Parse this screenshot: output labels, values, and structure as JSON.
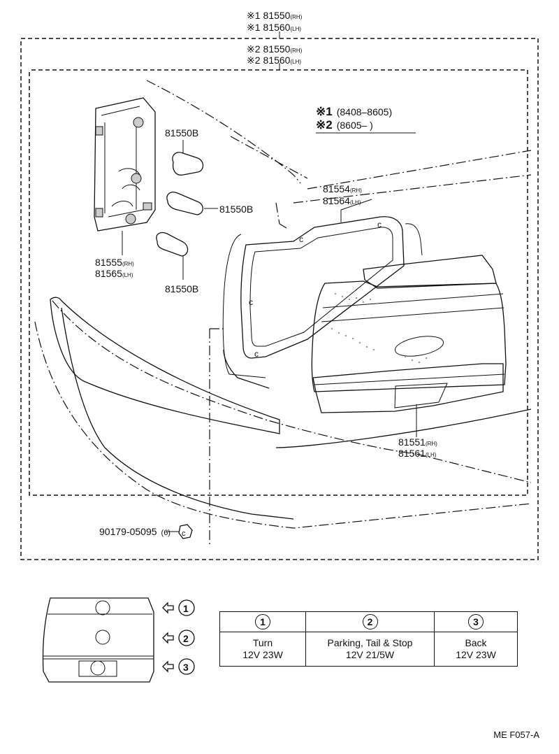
{
  "assembly": {
    "set1_rh": "81550",
    "set1_rh_side": "(RH)",
    "set1_lh": "81560",
    "set1_lh_side": "(LH)",
    "set2_rh": "81550",
    "set2_rh_side": "(RH)",
    "set2_lh": "81560",
    "set2_lh_side": "(LH)",
    "mark1": "※1",
    "mark2": "※2"
  },
  "legend": {
    "row1_mark": "※1",
    "row1_range": "(8408–8605)",
    "row2_mark": "※2",
    "row2_range": "(8605–        )"
  },
  "parts": {
    "bulb_top": "81550B",
    "bulb_mid": "81550B",
    "bulb_bot": "81550B",
    "gasket_rh": "81554",
    "gasket_rh_side": "(RH)",
    "gasket_lh": "81564",
    "gasket_lh_side": "(LH)",
    "socket_rh": "81555",
    "socket_rh_side": "(RH)",
    "socket_lh": "81565",
    "socket_lh_side": "(LH)",
    "lens_rh": "81551",
    "lens_rh_side": "(RH)",
    "lens_lh": "81561",
    "lens_lh_side": "(LH)",
    "nut": "90179-05095",
    "nut_qty": "(6)"
  },
  "lamp_positions": [
    "1",
    "2",
    "3"
  ],
  "spec_table": {
    "headers": [
      "1",
      "2",
      "3"
    ],
    "rows": [
      {
        "func": "Turn",
        "spec": "12V 23W"
      },
      {
        "func": "Parking, Tail & Stop",
        "spec": "12V 21/5W"
      },
      {
        "func": "Back",
        "spec": "12V 23W"
      }
    ]
  },
  "figure_code": "ME F057-A"
}
